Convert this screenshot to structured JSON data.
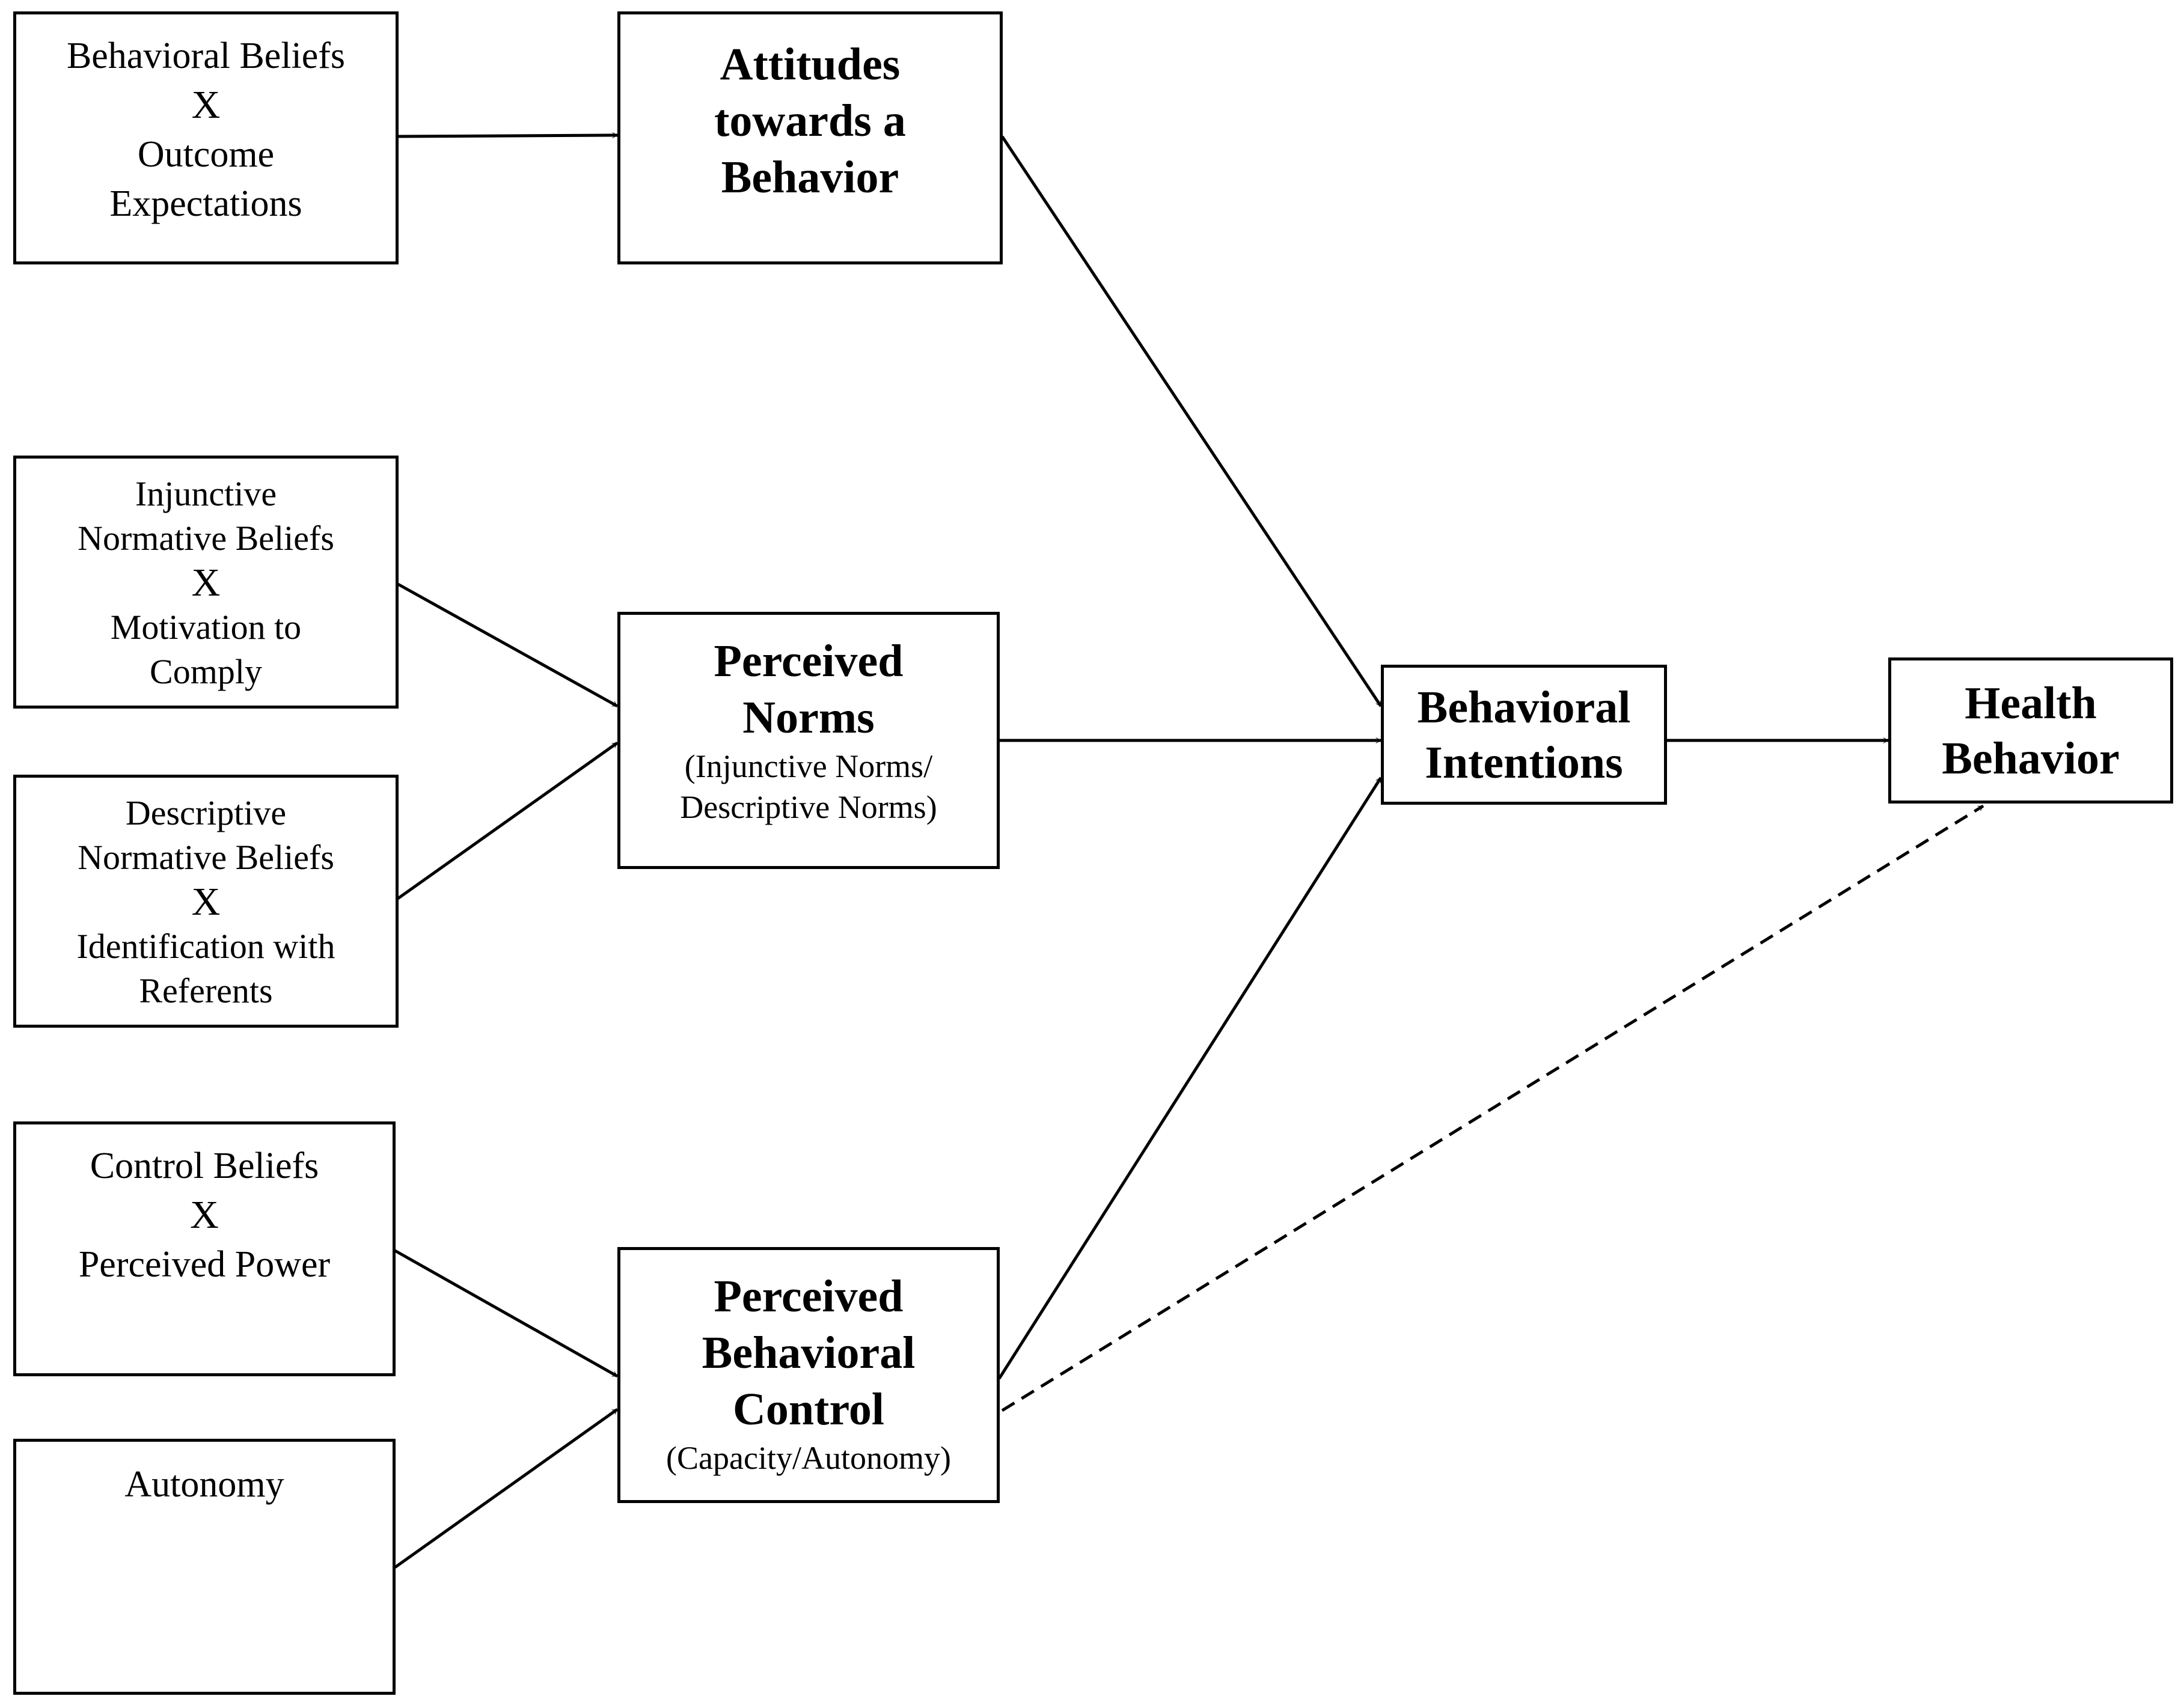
{
  "diagram": {
    "nodes": {
      "behavioral_beliefs": {
        "lines": [
          "Behavioral Beliefs",
          "X",
          "Outcome",
          "Expectations"
        ]
      },
      "injunctive_beliefs": {
        "lines": [
          "Injunctive",
          "Normative Beliefs",
          "X",
          "Motivation to",
          "Comply"
        ]
      },
      "descriptive_beliefs": {
        "lines": [
          "Descriptive",
          "Normative Beliefs",
          "X",
          "Identification with",
          "Referents"
        ]
      },
      "control_beliefs": {
        "lines": [
          "Control Beliefs",
          "X",
          "Perceived Power"
        ]
      },
      "autonomy": {
        "lines": [
          "Autonomy"
        ]
      },
      "attitudes": {
        "title_lines": [
          "Attitudes",
          "towards a",
          "Behavior"
        ]
      },
      "perceived_norms": {
        "title_lines": [
          "Perceived",
          "Norms"
        ],
        "subtitle_lines": [
          "(Injunctive Norms/",
          "Descriptive Norms)"
        ]
      },
      "perceived_behavioral_control": {
        "title_lines": [
          "Perceived",
          "Behavioral",
          "Control"
        ],
        "subtitle_lines": [
          "(Capacity/Autonomy)"
        ]
      },
      "behavioral_intentions": {
        "title_lines": [
          "Behavioral",
          "Intentions"
        ]
      },
      "health_behavior": {
        "title_lines": [
          "Health",
          "Behavior"
        ]
      }
    },
    "edges": [
      {
        "from": "behavioral_beliefs",
        "to": "attitudes",
        "style": "solid"
      },
      {
        "from": "injunctive_beliefs",
        "to": "perceived_norms",
        "style": "solid"
      },
      {
        "from": "descriptive_beliefs",
        "to": "perceived_norms",
        "style": "solid"
      },
      {
        "from": "control_beliefs",
        "to": "perceived_behavioral_control",
        "style": "solid"
      },
      {
        "from": "autonomy",
        "to": "perceived_behavioral_control",
        "style": "solid"
      },
      {
        "from": "attitudes",
        "to": "behavioral_intentions",
        "style": "solid"
      },
      {
        "from": "perceived_norms",
        "to": "behavioral_intentions",
        "style": "solid"
      },
      {
        "from": "perceived_behavioral_control",
        "to": "behavioral_intentions",
        "style": "solid"
      },
      {
        "from": "behavioral_intentions",
        "to": "health_behavior",
        "style": "solid"
      },
      {
        "from": "perceived_behavioral_control",
        "to": "health_behavior",
        "style": "dashed"
      }
    ],
    "colors": {
      "stroke": "#000000",
      "background": "#ffffff"
    }
  }
}
